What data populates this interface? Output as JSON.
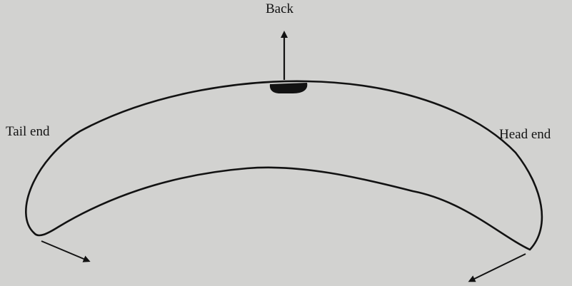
{
  "labels": {
    "back": "Back",
    "tail_end": "Tail end",
    "head_end": "Head end"
  },
  "colors": {
    "background": "#d2d2d0",
    "ink": "#121212"
  }
}
